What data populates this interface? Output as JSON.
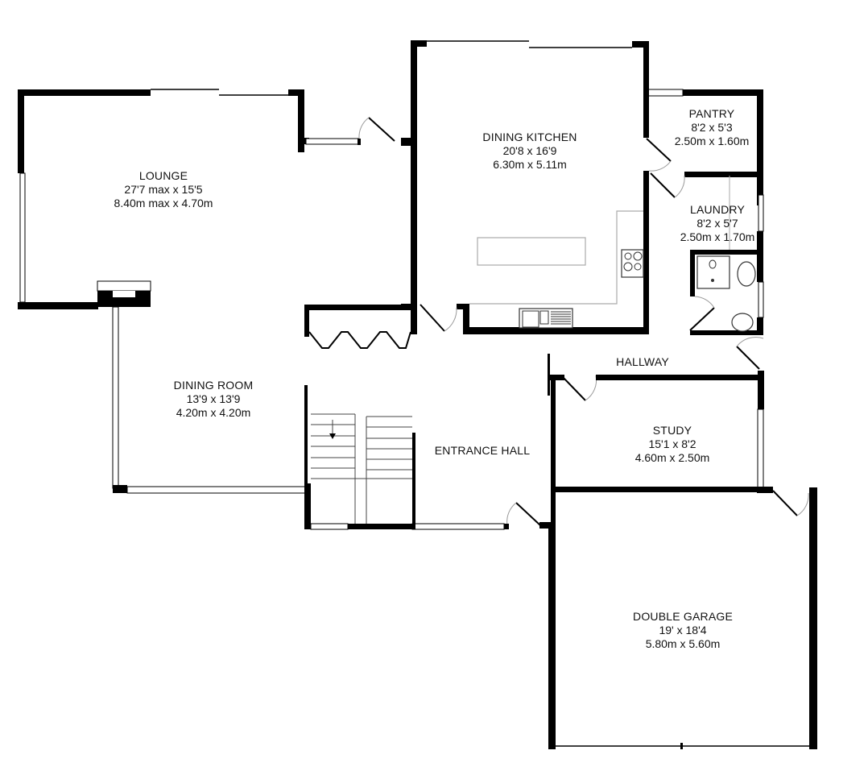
{
  "floor_plan": {
    "rooms": [
      {
        "id": "lounge",
        "name": "LOUNGE",
        "imperial": "27'7 max x 15'5",
        "metric": "8.40m max x 4.70m"
      },
      {
        "id": "dining-kitchen",
        "name": "DINING KITCHEN",
        "imperial": "20'8 x 16'9",
        "metric": "6.30m x 5.11m"
      },
      {
        "id": "pantry",
        "name": "PANTRY",
        "imperial": "8'2 x 5'3",
        "metric": "2.50m x 1.60m"
      },
      {
        "id": "laundry",
        "name": "LAUNDRY",
        "imperial": "8'2 x 5'7",
        "metric": "2.50m x 1.70m"
      },
      {
        "id": "hallway",
        "name": "HALLWAY",
        "imperial": "",
        "metric": ""
      },
      {
        "id": "dining-room",
        "name": "DINING ROOM",
        "imperial": "13'9 x 13'9",
        "metric": "4.20m x 4.20m"
      },
      {
        "id": "entrance-hall",
        "name": "ENTRANCE HALL",
        "imperial": "",
        "metric": ""
      },
      {
        "id": "study",
        "name": "STUDY",
        "imperial": "15'1 x 8'2",
        "metric": "4.60m x 2.50m"
      },
      {
        "id": "double-garage",
        "name": "DOUBLE GARAGE",
        "imperial": "19' x 18'4",
        "metric": "5.80m x 5.60m"
      }
    ],
    "colors": {
      "wall": "#000000",
      "background": "#ffffff",
      "fixture": "#aaaaaa"
    }
  }
}
